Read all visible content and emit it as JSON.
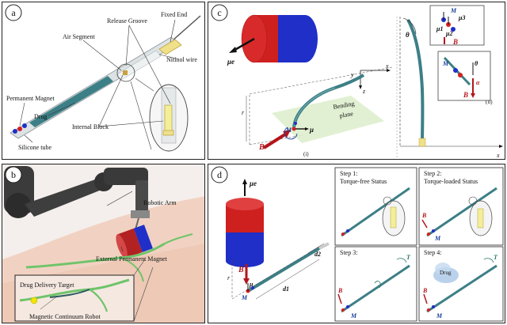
{
  "panel_a": {
    "letter": "a",
    "labels": {
      "fixed_end": "Fixed End",
      "release_groove": "Release Groove",
      "air_segment": "Air Segment",
      "nitinol_wire": "Nitinol wire",
      "permanent_magnet": "Permanent Magnet",
      "drug": "Drug",
      "internal_block": "Internal Block",
      "silicone_tube": "Silicone tube"
    }
  },
  "panel_b": {
    "letter": "b",
    "labels": {
      "robotic_arm": "Robotic Arm",
      "external_magnet": "External Permanent Magnet",
      "drug_target": "Drug Delivery Target",
      "continuum_robot": "Magnetic Continuum Robot"
    }
  },
  "panel_c": {
    "letter": "c",
    "labels": {
      "mu_e": "μe",
      "B": "B",
      "M": "M",
      "mu": "μ",
      "x": "x",
      "y": "y",
      "z": "z",
      "r": "r",
      "bending_plane_1": "Bending",
      "bending_plane_2": "plane",
      "sub_i": "(i)",
      "sub_ii": "(ii)",
      "theta": "θ",
      "alpha": "α",
      "mu1": "μ1",
      "mu2": "μ2",
      "mu3": "μ3"
    }
  },
  "panel_d": {
    "letter": "d",
    "labels": {
      "mu_e": "μe",
      "B": "B",
      "mu": "μ",
      "M": "M",
      "r": "r",
      "d1": "d1",
      "d2": "d2"
    },
    "steps": [
      {
        "title": "Step 1:",
        "subtitle": "Torque-free Status"
      },
      {
        "title": "Step 2:",
        "subtitle": "Torque-loaded Status"
      },
      {
        "title": "Step 3:",
        "subtitle": ""
      },
      {
        "title": "Step 4:",
        "subtitle": ""
      }
    ],
    "step_labels": {
      "B": "B",
      "M": "M",
      "T": "T",
      "drug": "Drug"
    }
  },
  "colors": {
    "magnet_red": "#d42020",
    "magnet_blue": "#1f2fc8",
    "robot_teal": "#3d7f86",
    "arrow_red": "#b3161b",
    "target_yellow": "#f2e300",
    "vessel_green": "#6fc46a",
    "dark_blue_M": "#1a3f9a"
  }
}
